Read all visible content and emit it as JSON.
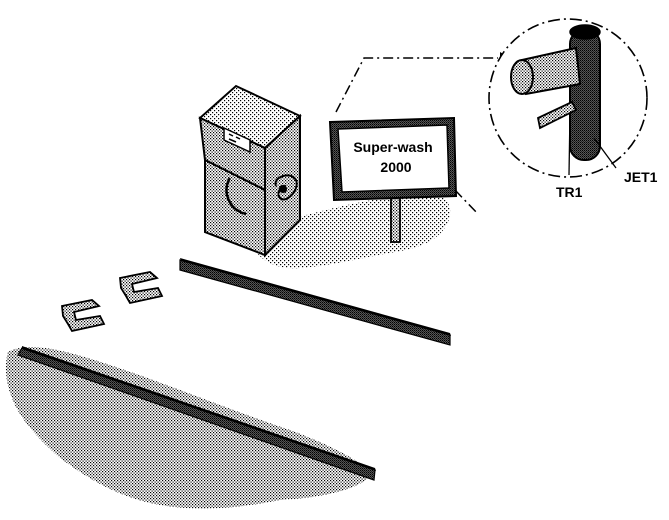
{
  "sign": {
    "line1": "Super-wash",
    "line2": "2000"
  },
  "callout": {
    "label_jet": "JET1",
    "label_tr": "TR1"
  }
}
